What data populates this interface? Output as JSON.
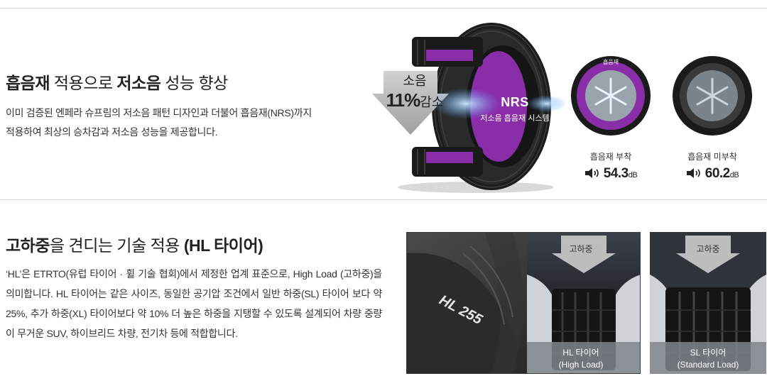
{
  "section1": {
    "title_bold1": "흡음재",
    "title_normal1": " 적용으로 ",
    "title_bold2": "저소음",
    "title_normal2": " 성능 향상",
    "desc_line1": "이미 검증된 엔페라 슈프림의 저소음 패턴 디자인과 더불어 흡음재(NRS)까지",
    "desc_line2": "적용하여 최상의 승차감과 저소음 성능을 제공합니다.",
    "arrow_top": "소음",
    "arrow_pct": "11%",
    "arrow_bottom": "감소",
    "nrs_big": "NRS",
    "nrs_small": "저소음 흡음재 시스템",
    "disc_badge": "흡음재",
    "attached_caption": "흡음재 부착",
    "attached_value": "54.3",
    "attached_unit": "dB",
    "detached_caption": "흡음재 미부착",
    "detached_value": "60.2",
    "detached_unit": "dB"
  },
  "section2": {
    "title_bold1": "고하중",
    "title_normal": "을 견디는 기술 적용 ",
    "title_bold2": "(HL 타이어)",
    "desc": "‘HL’은 ETRTO(유럽 타이어 · 휠 기술 협회)에서 제정한 업계 표준으로, High Load (고하중)을 의미합니다. HL 타이어는 같은 사이즈, 동일한 공기압 조건에서 일반 하중(SL) 타이어 보다 약 25%, 추가 하중(XL) 타이어보다 약 10% 더 높은 하중을 지탱할 수 있도록 설계되어 차량 중량이 무거운 SUV, 하이브리드 차량, 전기차 등에 적합합니다.",
    "hl_load_label": "고하중",
    "hl_caption_line1": "HL 타이어",
    "hl_caption_line2": "(High Load)",
    "sl_load_label": "고하중",
    "sl_caption_line1": "SL 타이어",
    "sl_caption_line2": "(Standard Load)",
    "sidewall_marking": "HL 255"
  },
  "colors": {
    "purple": "#8a2da8",
    "tire_dark": "#1c1c1c",
    "arrow_gray": "#b9b9b9",
    "divider": "#d8d8d8"
  },
  "icons": [
    "speaker-icon",
    "snowflake-icon",
    "down-arrow-icon"
  ]
}
